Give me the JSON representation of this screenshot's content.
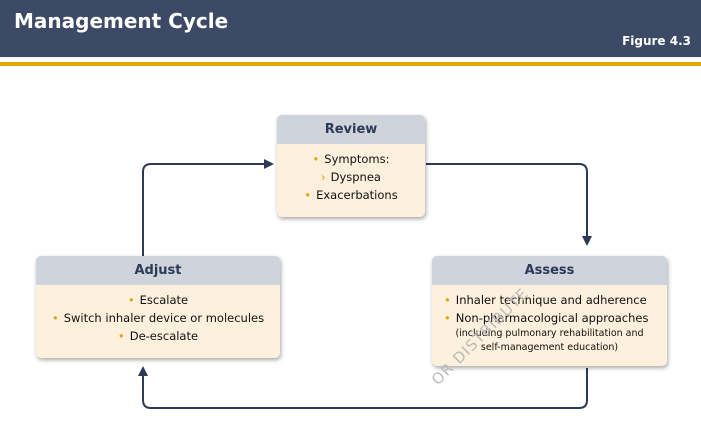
{
  "header": {
    "title": "Management Cycle",
    "figure": "Figure 4.3"
  },
  "review": {
    "title": "Review",
    "items": [
      "Symptoms:",
      "Dyspnea",
      "Exacerbations"
    ]
  },
  "assess": {
    "title": "Assess",
    "items": [
      "Inhaler technique and adherence",
      "Non-pharmacological approaches"
    ],
    "note_line1": "(including pulmonary rehabilitation and",
    "note_line2": "self-management education)"
  },
  "adjust": {
    "title": "Adjust",
    "items": [
      "Escalate",
      "Switch inhaler device or molecules",
      "De-escalate"
    ]
  },
  "watermark": "OR DISTRIBUTE",
  "colors": {
    "header": "#3d4a66",
    "accent": "#e8a20a",
    "box_head": "#cfd3dc",
    "box_body": "#fdf0dc",
    "arrow": "#2c3a57"
  }
}
